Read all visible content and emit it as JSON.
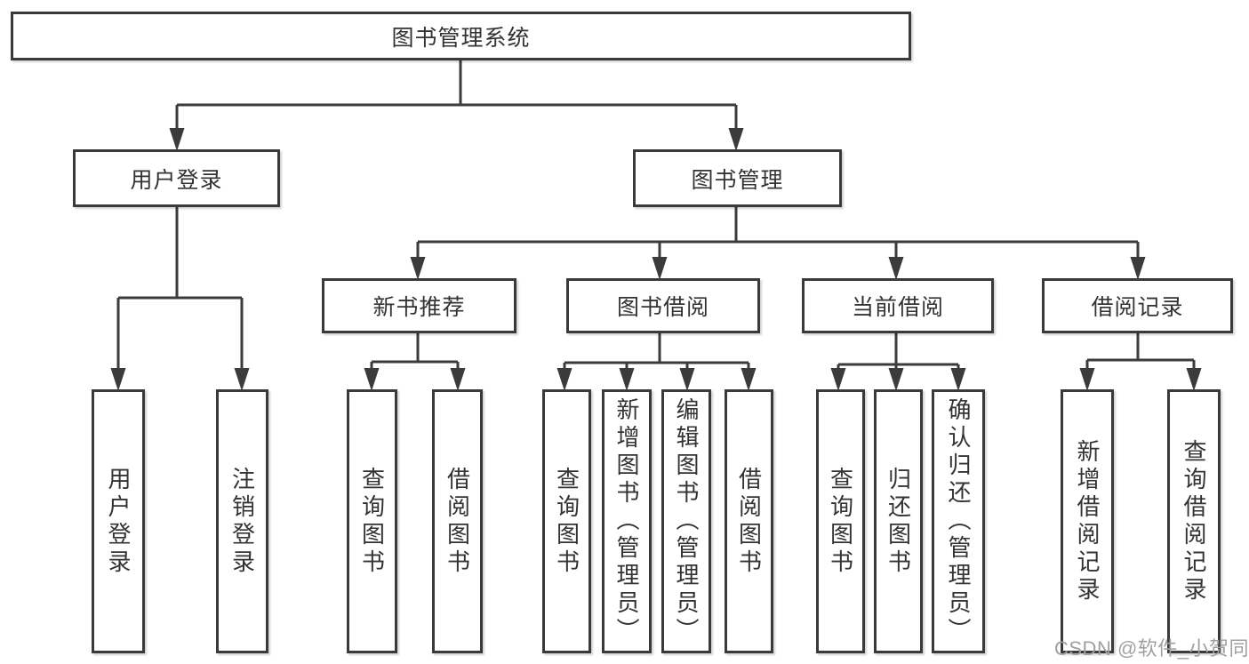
{
  "diagram": {
    "title": "图书管理系统",
    "watermark": "CSDN @软件_小贺同学",
    "colors": {
      "background": "#ffffff",
      "line": "#3b3b3b",
      "box_border": "#3a3a3a",
      "text": "#333333",
      "watermark": "#a0a0a0"
    },
    "nodes": {
      "root": {
        "label": "图书管理系统"
      },
      "user_login": {
        "label": "用户登录"
      },
      "book_mgmt": {
        "label": "图书管理"
      },
      "new_book_rec": {
        "label": "新书推荐"
      },
      "book_borrow": {
        "label": "图书借阅"
      },
      "current_borrow": {
        "label": "当前借阅"
      },
      "borrow_records": {
        "label": "借阅记录"
      },
      "leaf_user_login": {
        "label": "用户登录"
      },
      "leaf_logout": {
        "label": "注销登录"
      },
      "leaf_query_books_new": {
        "label": "查询图书"
      },
      "leaf_borrow_books_new": {
        "label": "借阅图书"
      },
      "leaf_query_books_borrow": {
        "label": "查询图书"
      },
      "leaf_add_books": {
        "label": "新增图书（管理员）"
      },
      "leaf_edit_books": {
        "label": "编辑图书（管理员）"
      },
      "leaf_borrow_books": {
        "label": "借阅图书"
      },
      "leaf_query_books_current": {
        "label": "查询图书"
      },
      "leaf_return_books": {
        "label": "归还图书"
      },
      "leaf_confirm_return": {
        "label": "确认归还（管理员）"
      },
      "leaf_add_borrow_record": {
        "label": "新增借阅记录"
      },
      "leaf_query_borrow_record": {
        "label": "查询借阅记录"
      }
    },
    "edges": [
      {
        "from": "root",
        "to": [
          "user_login",
          "book_mgmt"
        ]
      },
      {
        "from": "user_login",
        "to": [
          "leaf_user_login",
          "leaf_logout"
        ]
      },
      {
        "from": "book_mgmt",
        "to": [
          "new_book_rec",
          "book_borrow",
          "current_borrow",
          "borrow_records"
        ]
      },
      {
        "from": "new_book_rec",
        "to": [
          "leaf_query_books_new",
          "leaf_borrow_books_new"
        ]
      },
      {
        "from": "book_borrow",
        "to": [
          "leaf_query_books_borrow",
          "leaf_add_books",
          "leaf_edit_books",
          "leaf_borrow_books"
        ]
      },
      {
        "from": "current_borrow",
        "to": [
          "leaf_query_books_current",
          "leaf_return_books",
          "leaf_confirm_return"
        ]
      },
      {
        "from": "borrow_records",
        "to": [
          "leaf_add_borrow_record",
          "leaf_query_borrow_record"
        ]
      }
    ]
  }
}
